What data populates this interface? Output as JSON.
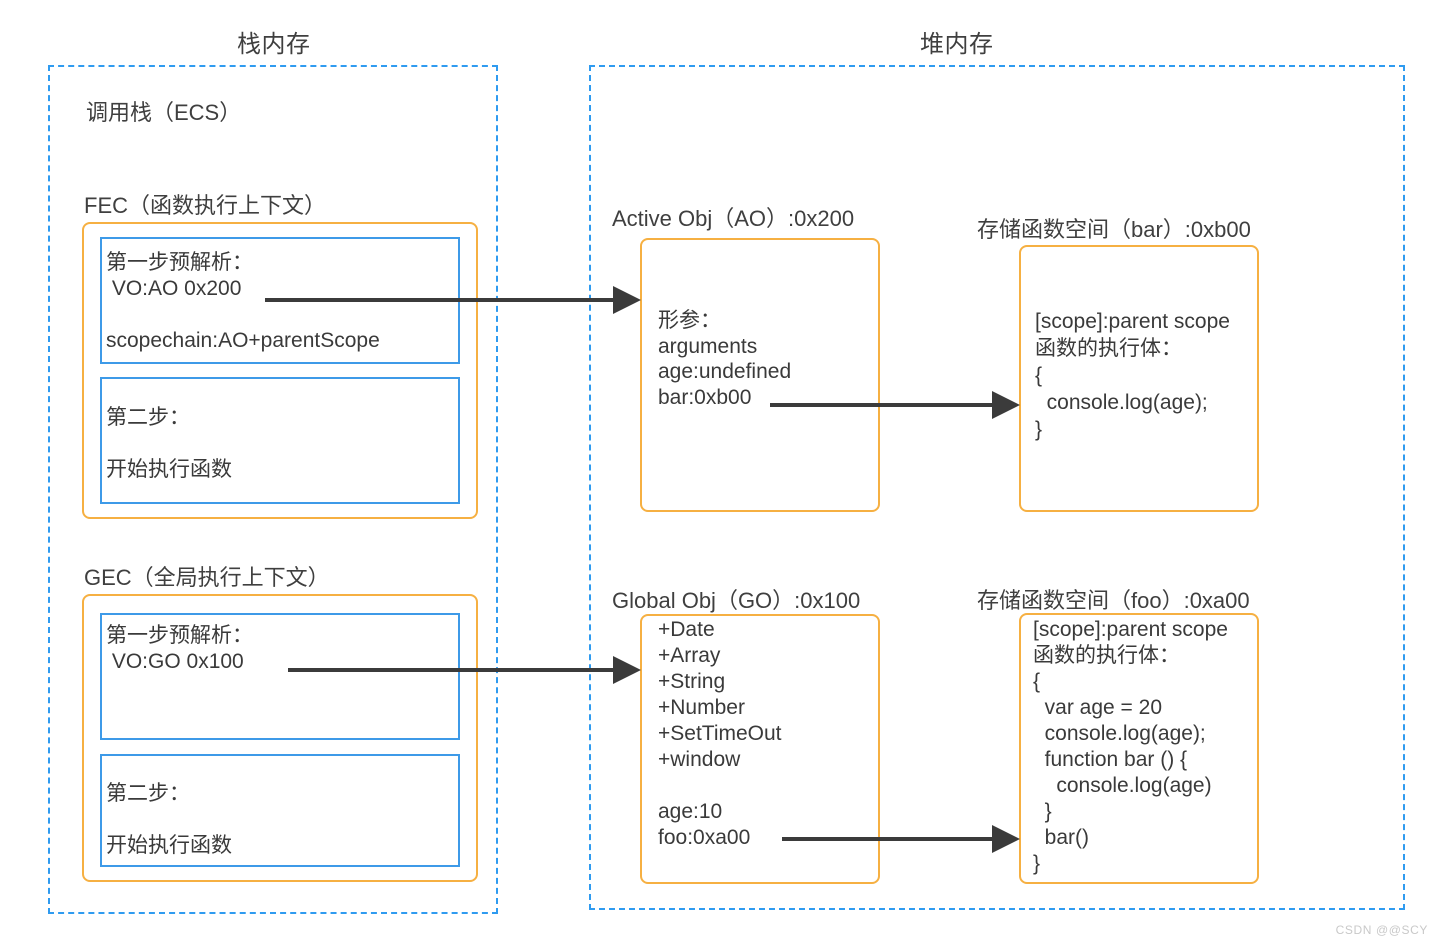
{
  "columns": {
    "stack_title": "栈内存",
    "heap_title": "堆内存"
  },
  "stack": {
    "call_stack_label": "调用栈（ECS）",
    "fec": {
      "label": "FEC（函数执行上下文）",
      "step1": "第一步预解析：\n VO:AO 0x200\n\nscopechain:AO+parentScope",
      "step2": "第二步：\n\n开始执行函数"
    },
    "gec": {
      "label": "GEC（全局执行上下文）",
      "step1": "第一步预解析：\n VO:GO 0x100",
      "step2": "第二步：\n\n开始执行函数"
    }
  },
  "heap": {
    "active_obj": {
      "label": "Active Obj（AO）:0x200",
      "body": "形参：\narguments\nage:undefined\nbar:0xb00"
    },
    "bar_space": {
      "label": "存储函数空间（bar）:0xb00",
      "body": "[scope]:parent scope\n函数的执行体：\n{\n  console.log(age);\n}"
    },
    "global_obj": {
      "label": "Global Obj（GO）:0x100",
      "body": "+Date\n+Array\n+String\n+Number\n+SetTimeOut\n+window\n\nage:10\nfoo:0xa00"
    },
    "foo_space": {
      "label": "存储函数空间（foo）:0xa00",
      "body": "[scope]:parent scope\n函数的执行体：\n{\n  var age = 20\n  console.log(age);\n  function bar () {\n    console.log(age)\n  }\n  bar()\n}"
    }
  },
  "arrows": [
    {
      "name": "vo-ao-to-active-obj"
    },
    {
      "name": "bar-ref-to-bar-space"
    },
    {
      "name": "vo-go-to-global-obj"
    },
    {
      "name": "foo-ref-to-foo-space"
    }
  ],
  "watermark": "CSDN @@SCY",
  "colors": {
    "dashed_border": "#2f9bf0",
    "orange_border": "#f6b042",
    "blue_border": "#3d9ae8",
    "text": "#3a3a3a",
    "arrow": "#3b3b3b",
    "watermark": "#c9c9c9"
  }
}
